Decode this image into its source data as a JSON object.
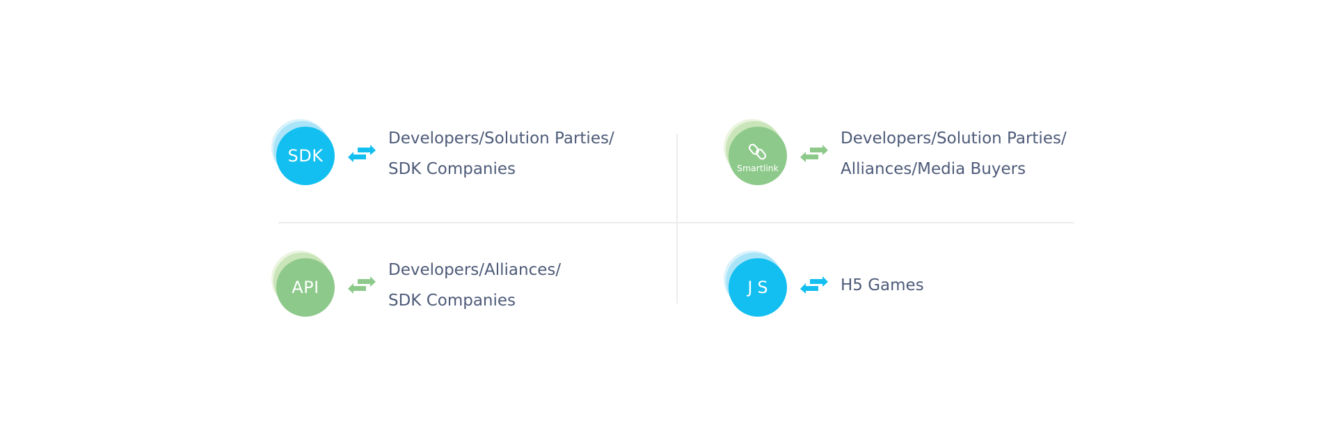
{
  "colors": {
    "blue": "#12bff0",
    "green": "#8dc98a",
    "text": "#4d5a78",
    "divider": "#ececec"
  },
  "items": [
    {
      "badge_label": "SDK",
      "badge_color": "blue",
      "arrow_color": "blue",
      "description_lines": [
        "Developers/Solution Parties/",
        "SDK Companies"
      ]
    },
    {
      "badge_label": "Smartlink",
      "badge_icon": "link-icon",
      "badge_color": "green",
      "arrow_color": "green",
      "description_lines": [
        "Developers/Solution Parties/",
        "Alliances/Media Buyers"
      ]
    },
    {
      "badge_label": "API",
      "badge_color": "green",
      "arrow_color": "green",
      "description_lines": [
        "Developers/Alliances/",
        "SDK Companies"
      ]
    },
    {
      "badge_label": "JS",
      "badge_color": "blue",
      "arrow_color": "blue",
      "description_lines": [
        "H5 Games"
      ]
    }
  ]
}
